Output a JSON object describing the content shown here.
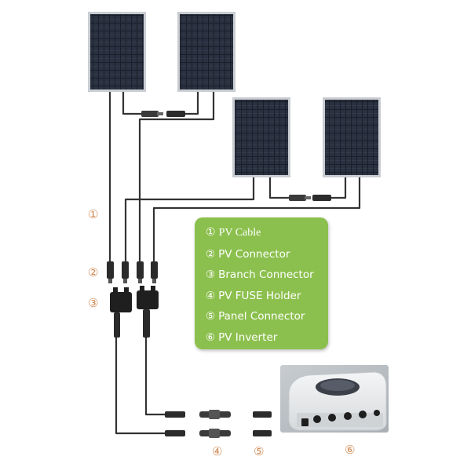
{
  "markers": {
    "cable": "①",
    "connector": "②",
    "branch": "③",
    "fuse": "④",
    "panel_connector": "⑤",
    "inverter": "⑥"
  },
  "legend": {
    "items": [
      {
        "num": "①",
        "label": "PV Cable"
      },
      {
        "num": "②",
        "label": "PV Connector"
      },
      {
        "num": "③",
        "label": "Branch Connector"
      },
      {
        "num": "④",
        "label": "PV FUSE Holder"
      },
      {
        "num": "⑤",
        "label": "Panel Connector"
      },
      {
        "num": "⑥",
        "label": "PV Inverter"
      }
    ]
  },
  "colors": {
    "panel_frame": "#c9cdd2",
    "panel_cell": "#1b1f2a",
    "cable": "#333333",
    "legend_bg": "#8cc04e",
    "marker": "#d08a55",
    "inverter_body": "#e9ebec"
  }
}
